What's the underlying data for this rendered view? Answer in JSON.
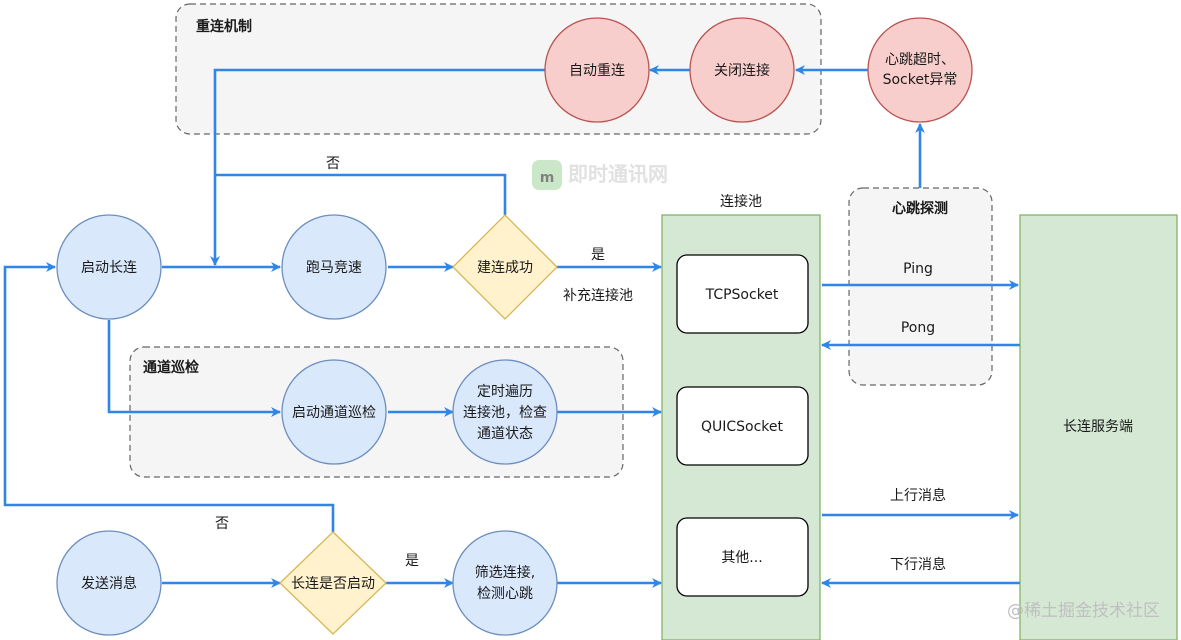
{
  "groups": {
    "reconnect": "重连机制",
    "inspection": "通道巡检",
    "heartbeat": "心跳探测",
    "pool": "连接池"
  },
  "nodes": {
    "auto_reconnect": "自动重连",
    "close_conn": "关闭连接",
    "hb_timeout": [
      "心跳超时、",
      "Socket异常"
    ],
    "start_long": "启动长连",
    "horse_race": "跑马竞速",
    "build_success": "建连成功",
    "start_inspect": "启动通道巡检",
    "timed_traverse": [
      "定时遍历",
      "连接池，检查",
      "通道状态"
    ],
    "send_msg": "发送消息",
    "is_started": "长连是否启动",
    "filter_conn": [
      "筛选连接,",
      "检测心跳"
    ],
    "tcp": "TCPSocket",
    "quic": "QUICSocket",
    "other": "其他...",
    "server": "长连服务端"
  },
  "edge_labels": {
    "no_top": "否",
    "yes_top": "是",
    "fill_pool": "补充连接池",
    "ping": "Ping",
    "pong": "Pong",
    "up_msg": "上行消息",
    "down_msg": "下行消息",
    "no_bottom": "否",
    "yes_bottom": "是"
  },
  "branding": {
    "logo": "即时通讯网",
    "watermark": "@稀土掘金技术社区"
  },
  "colors": {
    "edge": "#2f86e8",
    "blue_node": "#dae8fc",
    "red_node": "#f8cecc",
    "decision": "#fff2cc",
    "pool": "#d5e8d4"
  }
}
